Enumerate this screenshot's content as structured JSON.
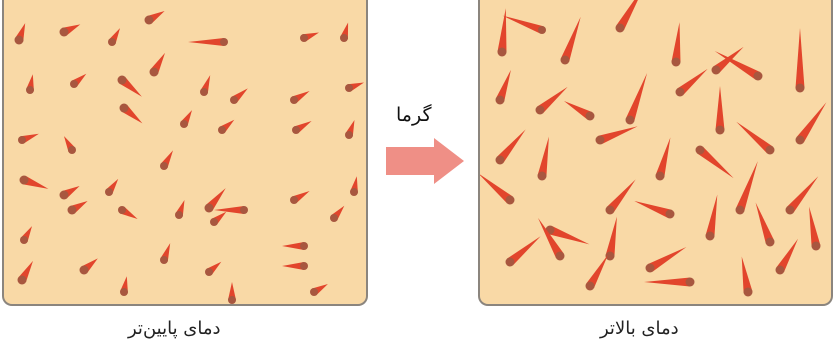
{
  "diagram": {
    "heat_label": "گرما",
    "left_caption": "دمای پایین‌تر",
    "right_caption": "دمای بالاتر",
    "colors": {
      "container_fill": "#f9d9a6",
      "container_border": "#8b857e",
      "particle_head": "#a8573f",
      "particle_trail": "#e2452c",
      "arrow": "#ef8f86"
    }
  }
}
